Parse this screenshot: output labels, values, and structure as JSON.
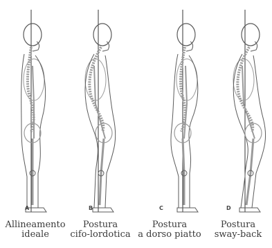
{
  "figure": {
    "panels": [
      {
        "letter": "A",
        "caption_line1": "Allineamento",
        "caption_line2": "ideale",
        "posture": "ideal"
      },
      {
        "letter": "B",
        "caption_line1": "Postura",
        "caption_line2": "cifo-lordotica",
        "posture": "kypho-lordotic"
      },
      {
        "letter": "C",
        "caption_line1": "Postura",
        "caption_line2": "a dorso piatto",
        "posture": "flat-back"
      },
      {
        "letter": "D",
        "caption_line1": "Postura",
        "caption_line2": "sway-back",
        "posture": "sway-back"
      }
    ],
    "colors": {
      "line": "#5a5a5a",
      "bone": "#9a9a9a",
      "plumb": "#333333"
    }
  }
}
